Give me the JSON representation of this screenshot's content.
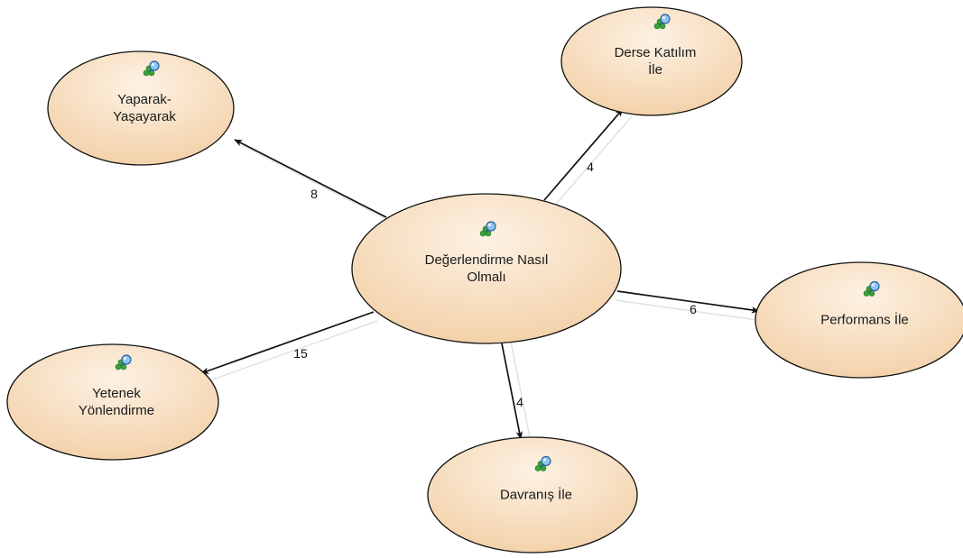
{
  "colors": {
    "node_fill_light": "#fdf1e3",
    "node_fill_dark": "#f3d2aa",
    "node_stroke": "#111111",
    "edge": "#111111",
    "icon_green": "#3aa335",
    "icon_blue": "#4a90d6"
  },
  "node_icon": "concept-node-icon",
  "nodes": [
    {
      "id": "center",
      "lines": [
        "Değerlendirme Nasıl",
        "Olmalı"
      ]
    },
    {
      "id": "yaparak",
      "lines": [
        "Yaparak-",
        "Yaşayarak"
      ]
    },
    {
      "id": "derse",
      "lines": [
        "Derse Katılım",
        "İle"
      ]
    },
    {
      "id": "performans",
      "lines": [
        "Performans İle"
      ]
    },
    {
      "id": "davranis",
      "lines": [
        "Davranış İle"
      ]
    },
    {
      "id": "yetenek",
      "lines": [
        "Yetenek",
        "Yönlendirme"
      ]
    }
  ],
  "edges": [
    {
      "from": "center",
      "to": "yaparak",
      "label": "8"
    },
    {
      "from": "center",
      "to": "derse",
      "label": "4"
    },
    {
      "from": "center",
      "to": "performans",
      "label": "6"
    },
    {
      "from": "center",
      "to": "davranis",
      "label": "4"
    },
    {
      "from": "center",
      "to": "yetenek",
      "label": "15"
    }
  ]
}
